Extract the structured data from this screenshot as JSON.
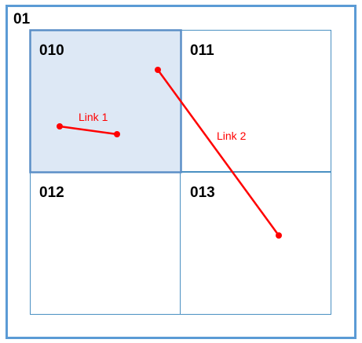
{
  "outer": {
    "label": "01"
  },
  "cells": [
    {
      "label": "010",
      "highlighted": true
    },
    {
      "label": "011",
      "highlighted": false
    },
    {
      "label": "012",
      "highlighted": false
    },
    {
      "label": "013",
      "highlighted": false
    }
  ],
  "links": [
    {
      "label": "Link 1"
    },
    {
      "label": "Link 2"
    }
  ],
  "colors": {
    "outer_border": "#5b9bd5",
    "cell_border": "#4a90c2",
    "highlight_fill": "#dde8f5",
    "highlight_border": "#5b8fc7",
    "link": "#ff0000",
    "text": "#000000"
  }
}
